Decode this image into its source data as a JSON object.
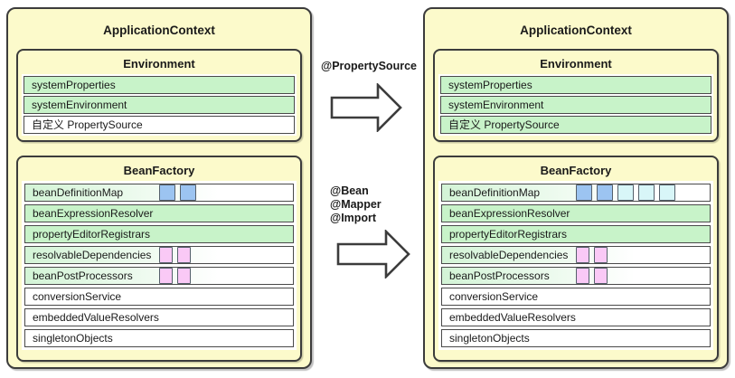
{
  "colors": {
    "box_fill": "#FCFACB",
    "box_border": "#3C3C3C",
    "row_border": "#4A4A4A",
    "row_green": "#C8F3C9",
    "row_gradient_from": "#D3F4D6",
    "row_white": "#FFFFFF",
    "square_blue": "#9CC4F1",
    "square_cyan": "#D8F6F8",
    "square_pink": "#FAC9F6",
    "square_border": "#55606B",
    "arrow_fill": "#FFFFFF",
    "arrow_border": "#3C3C3C",
    "text": "#1A1A1A"
  },
  "left_context": {
    "title": "ApplicationContext",
    "environment": {
      "title": "Environment",
      "rows": [
        {
          "label": "systemProperties",
          "fill": "green"
        },
        {
          "label": "systemEnvironment",
          "fill": "green"
        },
        {
          "label": "自定义 PropertySource",
          "fill": "white"
        }
      ]
    },
    "bean_factory": {
      "title": "BeanFactory",
      "rows": [
        {
          "label": "beanDefinitionMap",
          "fill": "gradient",
          "squares": [
            "blue",
            "blue"
          ]
        },
        {
          "label": "beanExpressionResolver",
          "fill": "green"
        },
        {
          "label": "propertyEditorRegistrars",
          "fill": "green"
        },
        {
          "label": "resolvableDependencies",
          "fill": "gradient",
          "squares": [
            "pink",
            "pink"
          ]
        },
        {
          "label": "beanPostProcessors",
          "fill": "gradient",
          "squares": [
            "pink",
            "pink"
          ]
        },
        {
          "label": "conversionService",
          "fill": "white"
        },
        {
          "label": "embeddedValueResolvers",
          "fill": "white"
        },
        {
          "label": "singletonObjects",
          "fill": "white"
        }
      ]
    }
  },
  "right_context": {
    "title": "ApplicationContext",
    "environment": {
      "title": "Environment",
      "rows": [
        {
          "label": "systemProperties",
          "fill": "green"
        },
        {
          "label": "systemEnvironment",
          "fill": "green"
        },
        {
          "label": "自定义 PropertySource",
          "fill": "green"
        }
      ]
    },
    "bean_factory": {
      "title": "BeanFactory",
      "rows": [
        {
          "label": "beanDefinitionMap",
          "fill": "gradient",
          "squares": [
            "blue",
            "blue",
            "cyan",
            "cyan",
            "cyan"
          ]
        },
        {
          "label": "beanExpressionResolver",
          "fill": "green"
        },
        {
          "label": "propertyEditorRegistrars",
          "fill": "green"
        },
        {
          "label": "resolvableDependencies",
          "fill": "gradient",
          "squares": [
            "pink",
            "pink"
          ]
        },
        {
          "label": "beanPostProcessors",
          "fill": "gradient",
          "squares": [
            "pink",
            "pink"
          ]
        },
        {
          "label": "conversionService",
          "fill": "white"
        },
        {
          "label": "embeddedValueResolvers",
          "fill": "white"
        },
        {
          "label": "singletonObjects",
          "fill": "white"
        }
      ]
    }
  },
  "annotations": {
    "top_arrow_label": "@PropertySource",
    "bottom_arrow_labels": [
      "@Bean",
      "@Mapper",
      "@Import"
    ]
  }
}
